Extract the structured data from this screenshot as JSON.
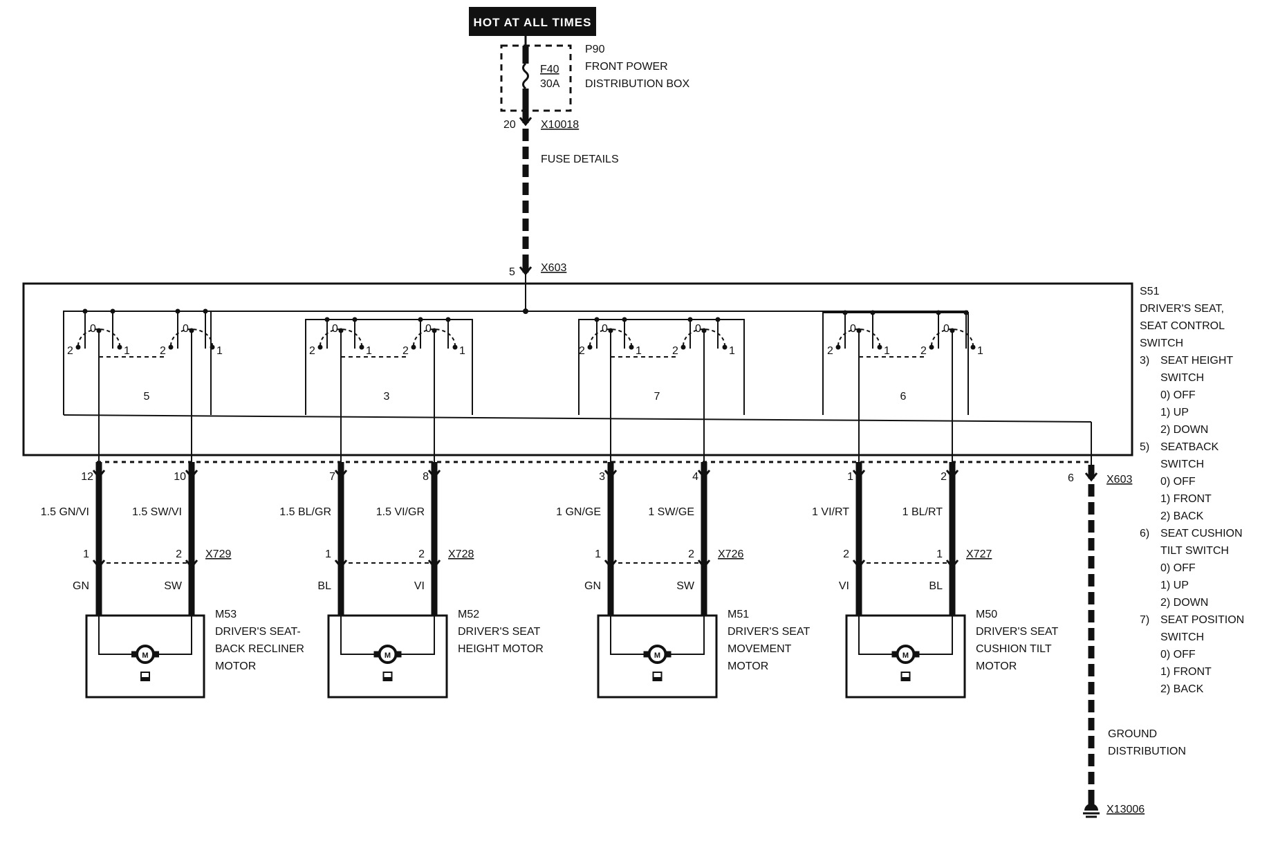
{
  "header": {
    "hot_label": "HOT AT ALL TIMES"
  },
  "fuse_box": {
    "id": "P90",
    "name_line1": "FRONT POWER",
    "name_line2": "DISTRIBUTION BOX",
    "fuse_id": "F40",
    "fuse_rating": "30A",
    "out_pin": "20",
    "connector": "X10018",
    "note": "FUSE DETAILS"
  },
  "switch": {
    "feed_pin": "5",
    "connector": "X603",
    "id": "S51",
    "name_lines": [
      "DRIVER'S SEAT,",
      "SEAT CONTROL",
      "SWITCH"
    ],
    "legend": [
      {
        "num": "3)",
        "title_lines": [
          "SEAT HEIGHT",
          "SWITCH"
        ],
        "positions": [
          "0) OFF",
          "1) UP",
          "2) DOWN"
        ]
      },
      {
        "num": "5)",
        "title_lines": [
          "SEATBACK",
          "SWITCH"
        ],
        "positions": [
          "0) OFF",
          "1) FRONT",
          "2) BACK"
        ]
      },
      {
        "num": "6)",
        "title_lines": [
          "SEAT CUSHION",
          "TILT SWITCH"
        ],
        "positions": [
          "0) OFF",
          "1) UP",
          "2) DOWN"
        ]
      },
      {
        "num": "7)",
        "title_lines": [
          "SEAT POSITION",
          "SWITCH"
        ],
        "positions": [
          "0) OFF",
          "1) FRONT",
          "2) BACK"
        ]
      }
    ],
    "ground_pin": "6",
    "ground_connector": "X603",
    "contact_labels": {
      "p0": "0",
      "p1": "1",
      "p2": "2"
    }
  },
  "sections": [
    {
      "switch_no": "5",
      "pins": [
        "12",
        "10"
      ],
      "wires": [
        "1.5 GN/VI",
        "1.5 SW/VI"
      ],
      "conn_pins": [
        "1",
        "2"
      ],
      "connector": "X729",
      "colors": [
        "GN",
        "SW"
      ],
      "motor_id": "M53",
      "motor_lines": [
        "DRIVER'S SEAT-",
        "BACK RECLINER",
        "MOTOR"
      ]
    },
    {
      "switch_no": "3",
      "pins": [
        "7",
        "8"
      ],
      "wires": [
        "1.5 BL/GR",
        "1.5 VI/GR"
      ],
      "conn_pins": [
        "1",
        "2"
      ],
      "connector": "X728",
      "colors": [
        "BL",
        "VI"
      ],
      "motor_id": "M52",
      "motor_lines": [
        "DRIVER'S SEAT",
        "HEIGHT MOTOR"
      ]
    },
    {
      "switch_no": "7",
      "pins": [
        "3",
        "4"
      ],
      "wires": [
        "1 GN/GE",
        "1 SW/GE"
      ],
      "conn_pins": [
        "1",
        "2"
      ],
      "connector": "X726",
      "colors": [
        "GN",
        "SW"
      ],
      "motor_id": "M51",
      "motor_lines": [
        "DRIVER'S SEAT",
        "MOVEMENT",
        "MOTOR"
      ]
    },
    {
      "switch_no": "6",
      "pins": [
        "1",
        "2"
      ],
      "wires": [
        "1 VI/RT",
        "1 BL/RT"
      ],
      "conn_pins": [
        "2",
        "1"
      ],
      "connector": "X727",
      "colors": [
        "VI",
        "BL"
      ],
      "motor_id": "M50",
      "motor_lines": [
        "DRIVER'S SEAT",
        "CUSHION TILT",
        "MOTOR"
      ]
    }
  ],
  "motor_symbol": "M",
  "ground": {
    "lines": [
      "GROUND",
      "DISTRIBUTION"
    ],
    "connector": "X13006"
  }
}
